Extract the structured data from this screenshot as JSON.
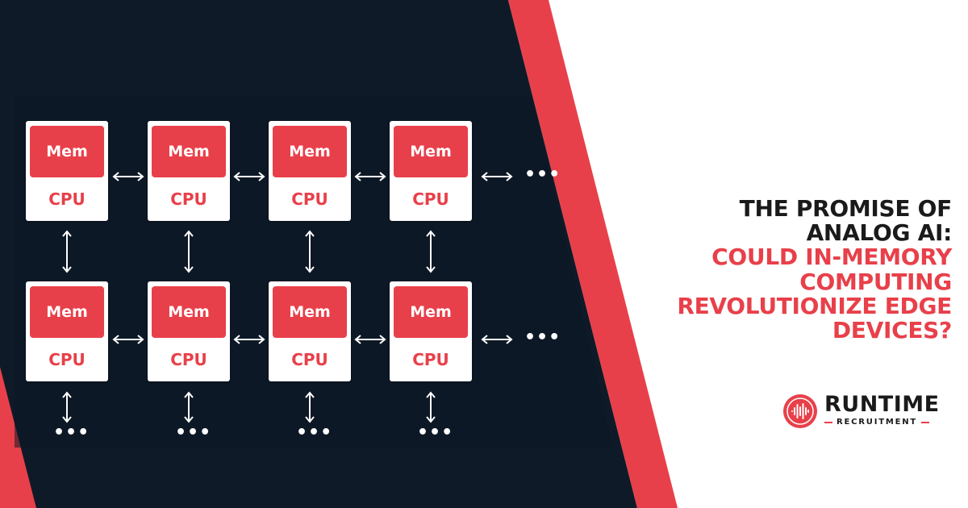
{
  "diagram": {
    "node_mem_label": "Mem",
    "node_cpu_label": "CPU",
    "continuation_label": "•••",
    "rows": 2,
    "columns": 4
  },
  "headline": {
    "line1": "The Promise of",
    "line2": "Analog AI:",
    "line3": "Could In-Memory",
    "line4": "Computing",
    "line5": "Revolutionize Edge",
    "line6": "Devices?"
  },
  "logo": {
    "name": "RUNTIME",
    "tagline": "RECRUITMENT",
    "icon": "soundwave-circle-icon"
  },
  "colors": {
    "navy": "#0f1a28",
    "accent_red": "#e8404a",
    "white": "#ffffff",
    "text_dark": "#1a1a1a"
  }
}
